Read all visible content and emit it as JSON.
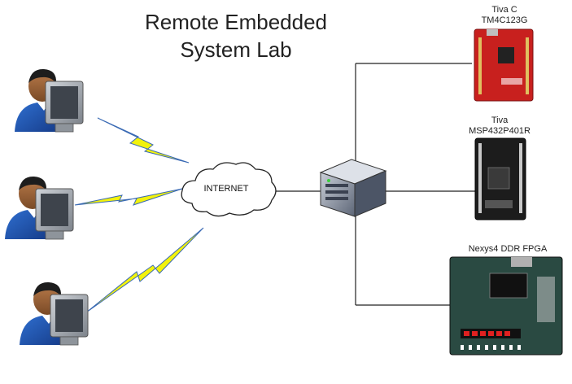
{
  "title": {
    "line1": "Remote Embedded",
    "line2": "System Lab"
  },
  "cloud": {
    "label": "INTERNET"
  },
  "devices": [
    {
      "line1": "Tiva C",
      "line2": "TM4C123G",
      "board_color": "#c8201e"
    },
    {
      "line1": "Tiva",
      "line2": "MSP432P401R",
      "board_color": "#1c1c1c"
    },
    {
      "line1": "Nexys4 DDR FPGA",
      "board_color": "#2a4a42"
    }
  ],
  "users": [
    {
      "icon": "user-at-computer-icon"
    },
    {
      "icon": "user-at-computer-icon"
    },
    {
      "icon": "user-at-computer-icon"
    }
  ],
  "colors": {
    "lightning": "#f2f20c",
    "lightning_edge": "#3a6ab4",
    "server": "#6f7a8c",
    "line": "#222222"
  }
}
